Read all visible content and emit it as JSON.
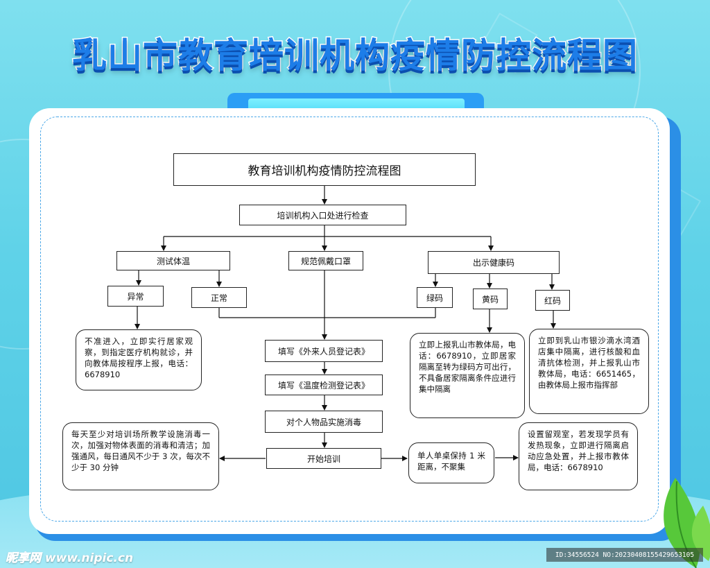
{
  "poster": {
    "title": "乳山市教育培训机构疫情防控流程图",
    "subtitle": "教育培训机构疫情防控流程图"
  },
  "flow": {
    "entry_check": "培训机构入口处进行检查",
    "temperature": "测试体温",
    "mask": "规范佩戴口罩",
    "health_code": "出示健康码",
    "abnormal": "异常",
    "normal": "正常",
    "green_code": "绿码",
    "yellow_code": "黄码",
    "red_code": "红码",
    "register_visitor": "填写《外来人员登记表》",
    "register_temp": "填写《温度检测登记表》",
    "disinfect": "对个人物品实施消毒",
    "start_training": "开始培训",
    "single_desk": "单人单桌保持 1 米距离，不聚集"
  },
  "notes": {
    "abnormal_note": "不准进入，立即实行居家观察，到指定医疗机构就诊，并向教体局按程序上报，电话：6678910",
    "yellow_note": "立即上报乳山市教体局，电话：6678910，立即居家隔离至转为绿码方可出行，不具备居家隔离条件应进行集中隔离",
    "red_note": "立即到乳山市银沙滴水湾酒店集中隔离，进行核酸和血清抗体检测，并上报乳山市教体局，电话：6651465，由教体局上报市指挥部",
    "daily_note": "每天至少对培训场所教学设施消毒一次，加强对物体表面的消毒和清洁；加强通风，每日通风不少于 3 次，每次不少于 30 分钟",
    "fever_note": "设置留观室，若发现学员有发热现象，立即进行隔离启动应急处置，并上报市教体局，电话：6678910"
  },
  "footer": {
    "brand": "昵享网",
    "site": "www.nipic.cn",
    "id_text": "ID:34556524 NO:20230408155429653105"
  },
  "colors": {
    "background": "#5fd2e8",
    "panel_border": "#2b8fe6",
    "title_fill": "#1d7de8"
  }
}
